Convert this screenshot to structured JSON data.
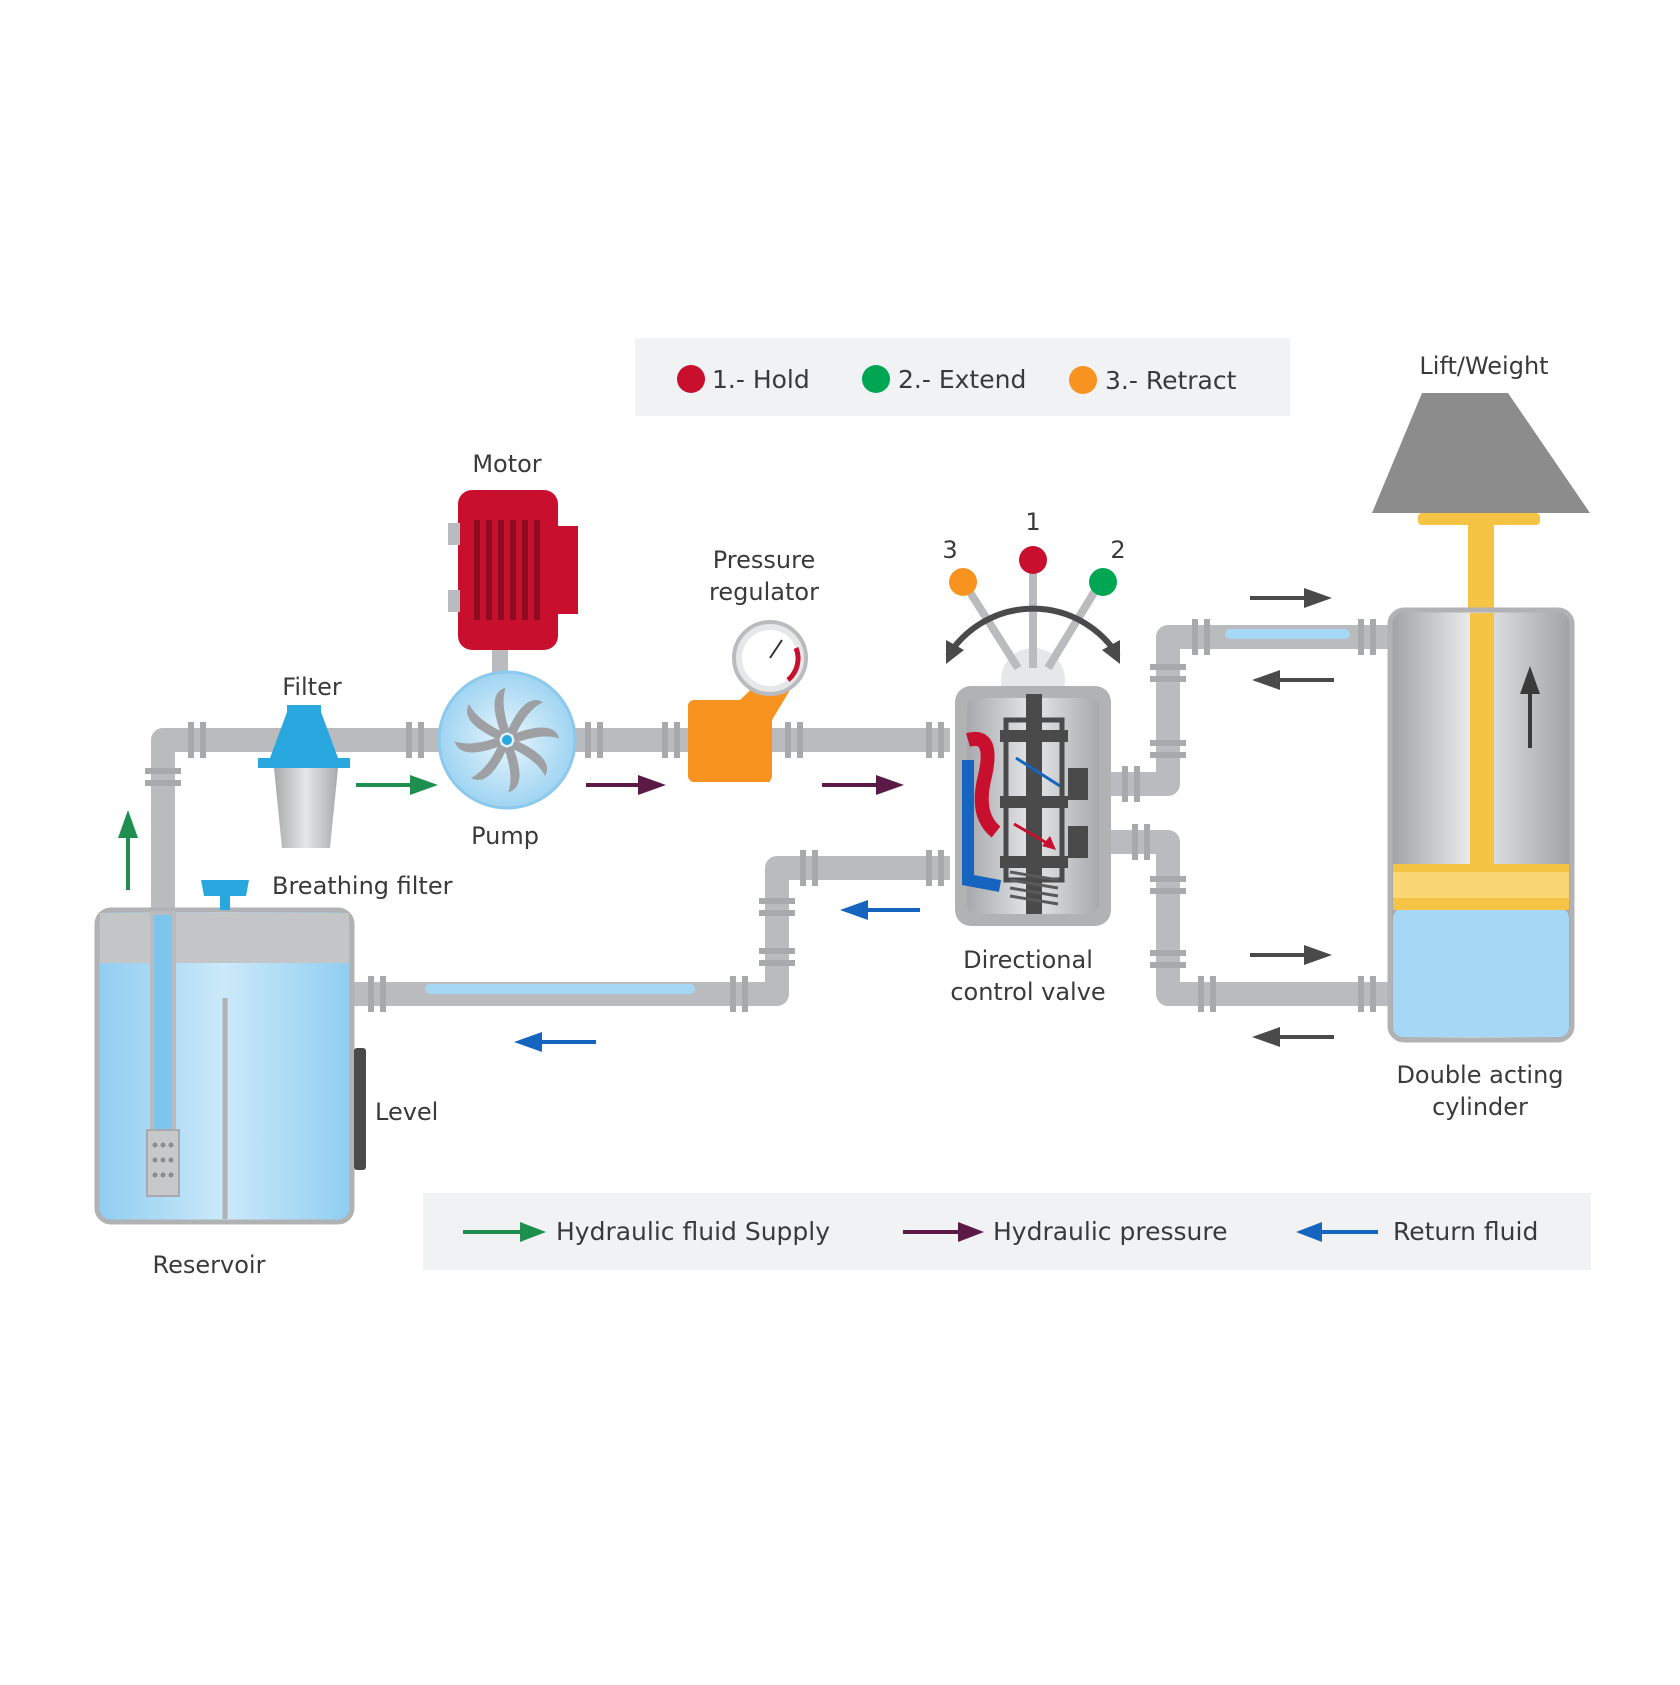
{
  "legend_top": {
    "items": [
      {
        "label": "1.- Hold",
        "color": "#c8102e"
      },
      {
        "label": "2.- Extend",
        "color": "#00a651"
      },
      {
        "label": "3.- Retract",
        "color": "#f7931e"
      }
    ]
  },
  "labels": {
    "motor": "Motor",
    "filter": "Filter",
    "pump": "Pump",
    "pressure_regulator": [
      "Pressure",
      "regulator"
    ],
    "breathing_filter": "Breathing filter",
    "level": "Level",
    "reservoir": "Reservoir",
    "directional_valve": [
      "Directional",
      "control valve"
    ],
    "lift_weight": "Lift/Weight",
    "cylinder": [
      "Double acting",
      "cylinder"
    ],
    "lever_positions": [
      "1",
      "2",
      "3"
    ]
  },
  "legend_bottom": {
    "items": [
      {
        "label": "Hydraulic fluid Supply",
        "arrow": "right",
        "color": "#1e8f4e"
      },
      {
        "label": "Hydraulic pressure",
        "arrow": "right",
        "color": "#5b1a45"
      },
      {
        "label": "Return fluid",
        "arrow": "left",
        "color": "#1565c0"
      }
    ]
  },
  "colors": {
    "pipe": "#b9bbbe",
    "fluid": "#a6d8f5",
    "motor": "#c8102e",
    "regulator": "#f7931e",
    "filter": "#29a8e0",
    "piston": "#f6c445",
    "weight": "#8c8c8c",
    "legend_bg": "#f1f2f3"
  },
  "icons": {
    "reservoir": "tank-icon",
    "pump": "impeller-icon",
    "motor": "electric-motor-icon",
    "gauge": "pressure-gauge-icon",
    "valve": "spool-valve-icon",
    "cylinder": "hydraulic-cylinder-icon"
  }
}
